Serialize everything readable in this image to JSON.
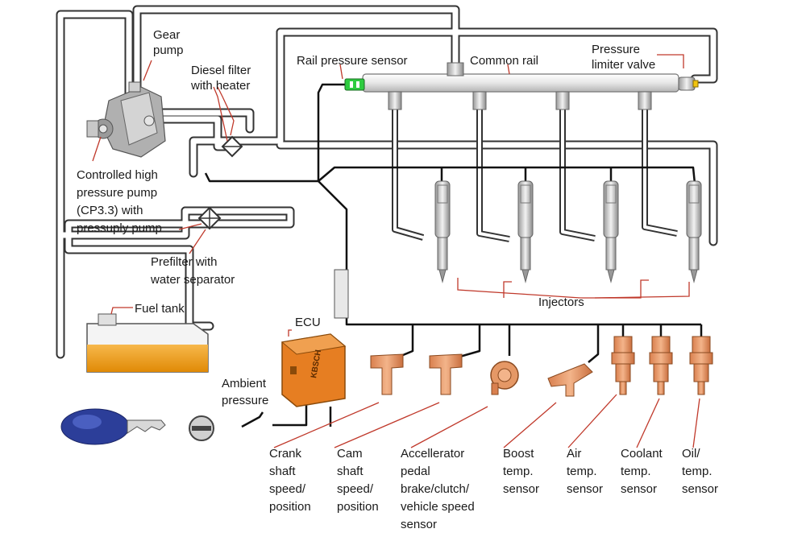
{
  "labels": {
    "gear_pump": [
      "Gear",
      "pump"
    ],
    "diesel_filter": [
      "Diesel filter",
      "with heater"
    ],
    "rail_pressure_sensor": "Rail pressure sensor",
    "common_rail": "Common rail",
    "pressure_limiter": [
      "Pressure",
      "limiter valve"
    ],
    "hp_pump": [
      "Controlled high",
      "pressure pump",
      "(CP3.3) with",
      "pressuply pump"
    ],
    "prefilter": [
      "Prefilter with",
      "water separator"
    ],
    "fuel_tank": "Fuel tank",
    "ecu": "ECU",
    "injectors": "Injectors",
    "ambient_pressure": [
      "Ambient",
      "pressure"
    ]
  },
  "sensors": [
    {
      "lines": [
        "Crank",
        "shaft",
        "speed/",
        "position"
      ]
    },
    {
      "lines": [
        "Cam",
        "shaft",
        "speed/",
        "position"
      ]
    },
    {
      "lines": [
        "Accellerator",
        "pedal",
        "brake/clutch/",
        "vehicle speed",
        "sensor"
      ]
    },
    {
      "lines": [
        "Boost",
        "temp.",
        "sensor"
      ]
    },
    {
      "lines": [
        "Air",
        "temp.",
        "sensor"
      ]
    },
    {
      "lines": [
        "Coolant",
        "temp.",
        "sensor"
      ]
    },
    {
      "lines": [
        "Oil/",
        "temp.",
        "sensor"
      ]
    }
  ],
  "ecu_badge": "KBSCH",
  "colors": {
    "pipe_outline": "#333333",
    "pipe_fill": "#ffffff",
    "leader": "#c0392b",
    "tank_orange": "#f39c12",
    "ecu_orange": "#e67e22",
    "sensor_orange": "#e59866",
    "key_blue": "#2c3e99",
    "injector_steel": "#cfcfcf"
  }
}
